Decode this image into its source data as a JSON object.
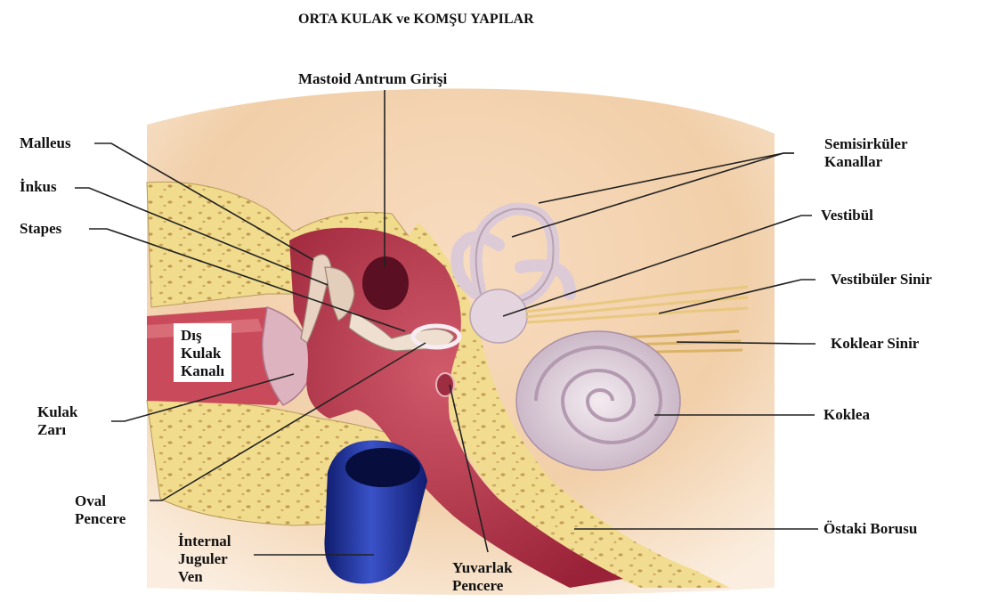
{
  "title": "ORTA KULAK ve KOMŞU YAPILAR",
  "labels": {
    "mastoid": "Mastoid Antrum Girişi",
    "malleus": "Malleus",
    "inkus": "İnkus",
    "stapes": "Stapes",
    "dis_kulak": [
      "Dış",
      "Kulak",
      "Kanalı"
    ],
    "kulak_zari": [
      "Kulak",
      "Zarı"
    ],
    "oval_pencere": [
      "Oval",
      "Pencere"
    ],
    "internal_juguler": [
      "İnternal",
      "Juguler",
      "Ven"
    ],
    "yuvarlak_pencere": [
      "Yuvarlak",
      "Pencere"
    ],
    "semisirkuler": [
      "Semisirküler",
      "Kanallar"
    ],
    "vestibul": "Vestibül",
    "vestibuler_sinir": "Vestibüler Sinir",
    "koklear_sinir": "Koklear Sinir",
    "koklea": "Koklea",
    "ostaki": "Östaki Borusu"
  },
  "colors": {
    "background": "#ffffff",
    "tissue": "#f3d2b0",
    "bone": "#f0d98a",
    "cavity": "#b8344a",
    "canal": "#c94a5a",
    "vein": "#1f2f9a",
    "labyrinth": "#e6d8e0",
    "leader": "#222222"
  }
}
